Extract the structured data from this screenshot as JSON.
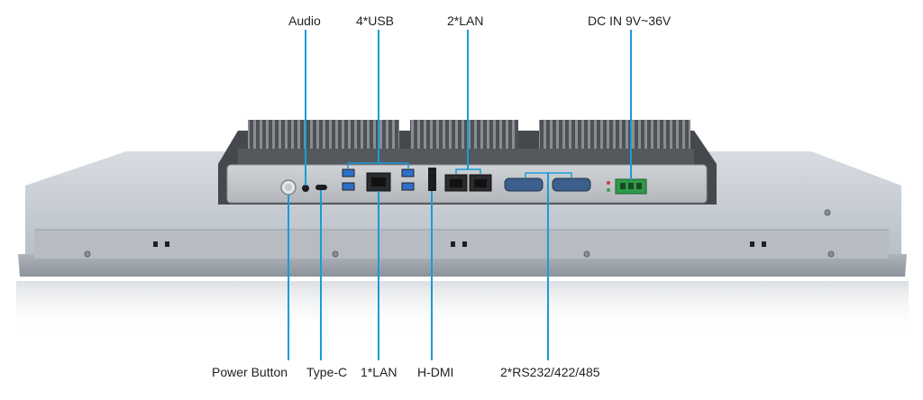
{
  "labels": {
    "audio": "Audio",
    "usb": "4*USB",
    "lan2": "2*LAN",
    "dc_in": "DC IN 9V~36V",
    "power_button": "Power Button",
    "type_c": "Type-C",
    "lan1": "1*LAN",
    "hdmi": "H-DMI",
    "serial": "2*RS232/422/485"
  },
  "colors": {
    "leader": "#1a9bd7",
    "panel": "#c9cfd5",
    "heatsink": "#5f6266",
    "io_plate": "#c3c6c9",
    "connector_green": "#2f9a4a",
    "serial_blue": "#3c5f8c",
    "usb_blue": "#2f6fcc"
  }
}
